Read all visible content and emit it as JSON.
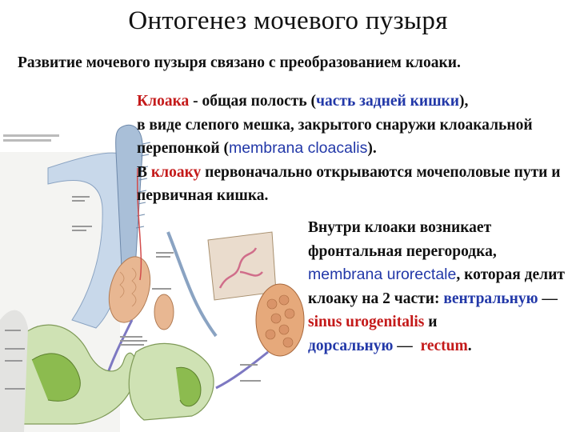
{
  "title": "Онтогенез мочевого пузыря",
  "intro": "Развитие мочевого пузыря связано с преобразованием клоаки.",
  "para1": {
    "t1": "Клоака",
    "t2": " - общая полость (",
    "t3": "часть задней кишки",
    "t4": "),",
    "t5": "в виде слепого мешка, закрытого снаружи клоакальной перепонкой (",
    "t6": "membrana cloacalis",
    "t7": ").",
    "t8": "В ",
    "t9": "клоаку",
    "t10": " первоначально открываются мочеполовые пути и первичная кишка."
  },
  "para2": {
    "t1": "Внутри клоаки возникает фронтальная перегородка, ",
    "t2": "membrana urorectale",
    "t3": ", которая делит клоаку на 2 части: ",
    "t4": "вентральную",
    "t5": " — ",
    "t6": "sinus urogenitalis",
    "t7": " и ",
    "t8": "дорсальную",
    "t9": " —  ",
    "t10": "rectum",
    "t11": "."
  },
  "colors": {
    "red": "#c41a1a",
    "blue": "#2238a8"
  }
}
